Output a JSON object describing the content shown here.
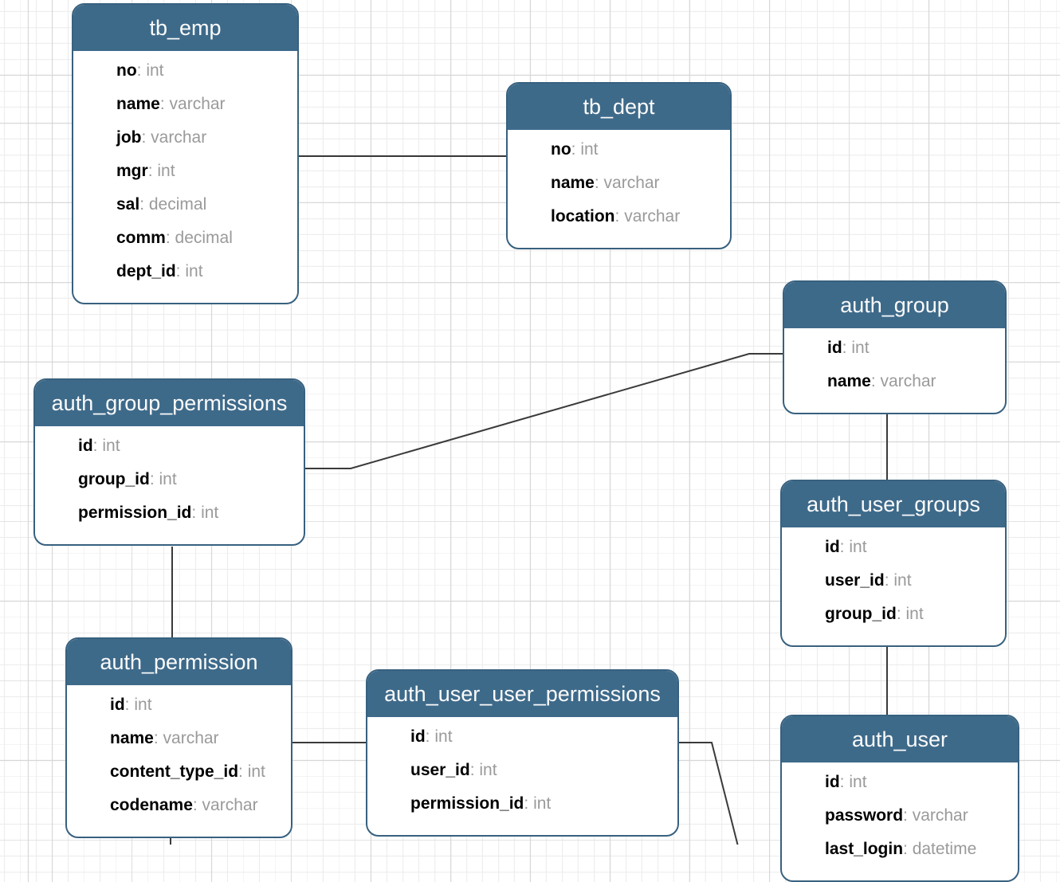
{
  "diagram": {
    "separator": ": ",
    "colors": {
      "header_fill": "#3e6a8a",
      "header_border": "#38617f",
      "header_text": "#fbfbfb",
      "field_name": "#000000",
      "field_type": "#9a9a9a",
      "relationship_line": "#3a3a3a",
      "grid_minor": "#ededed",
      "grid_major": "#d7d7d7"
    },
    "tables": [
      {
        "name": "tb_emp",
        "fields": [
          {
            "name": "no",
            "type": "int"
          },
          {
            "name": "name",
            "type": "varchar"
          },
          {
            "name": "job",
            "type": "varchar"
          },
          {
            "name": "mgr",
            "type": "int"
          },
          {
            "name": "sal",
            "type": "decimal"
          },
          {
            "name": "comm",
            "type": "decimal"
          },
          {
            "name": "dept_id",
            "type": "int"
          }
        ]
      },
      {
        "name": "tb_dept",
        "fields": [
          {
            "name": "no",
            "type": "int"
          },
          {
            "name": "name",
            "type": "varchar"
          },
          {
            "name": "location",
            "type": "varchar"
          }
        ]
      },
      {
        "name": "auth_group",
        "fields": [
          {
            "name": "id",
            "type": "int"
          },
          {
            "name": "name",
            "type": "varchar"
          }
        ]
      },
      {
        "name": "auth_group_permissions",
        "fields": [
          {
            "name": "id",
            "type": "int"
          },
          {
            "name": "group_id",
            "type": "int"
          },
          {
            "name": "permission_id",
            "type": "int"
          }
        ]
      },
      {
        "name": "auth_user_groups",
        "fields": [
          {
            "name": "id",
            "type": "int"
          },
          {
            "name": "user_id",
            "type": "int"
          },
          {
            "name": "group_id",
            "type": "int"
          }
        ]
      },
      {
        "name": "auth_permission",
        "fields": [
          {
            "name": "id",
            "type": "int"
          },
          {
            "name": "name",
            "type": "varchar"
          },
          {
            "name": "content_type_id",
            "type": "int"
          },
          {
            "name": "codename",
            "type": "varchar"
          }
        ]
      },
      {
        "name": "auth_user_user_permissions",
        "fields": [
          {
            "name": "id",
            "type": "int"
          },
          {
            "name": "user_id",
            "type": "int"
          },
          {
            "name": "permission_id",
            "type": "int"
          }
        ]
      },
      {
        "name": "auth_user",
        "fields": [
          {
            "name": "id",
            "type": "int"
          },
          {
            "name": "password",
            "type": "varchar"
          },
          {
            "name": "last_login",
            "type": "datetime"
          }
        ]
      }
    ],
    "relationships": [
      {
        "from": "tb_emp",
        "to": "tb_dept"
      },
      {
        "from": "auth_group_permissions",
        "to": "auth_group"
      },
      {
        "from": "auth_group",
        "to": "auth_user_groups"
      },
      {
        "from": "auth_user_groups",
        "to": "auth_user"
      },
      {
        "from": "auth_group_permissions",
        "to": "auth_permission"
      },
      {
        "from": "auth_permission",
        "to": "auth_user_user_permissions"
      },
      {
        "from": "auth_user_user_permissions",
        "to": "(line runs off bottom edge of image)"
      },
      {
        "from": "auth_permission",
        "to": "(line runs off bottom edge of image)"
      }
    ]
  }
}
